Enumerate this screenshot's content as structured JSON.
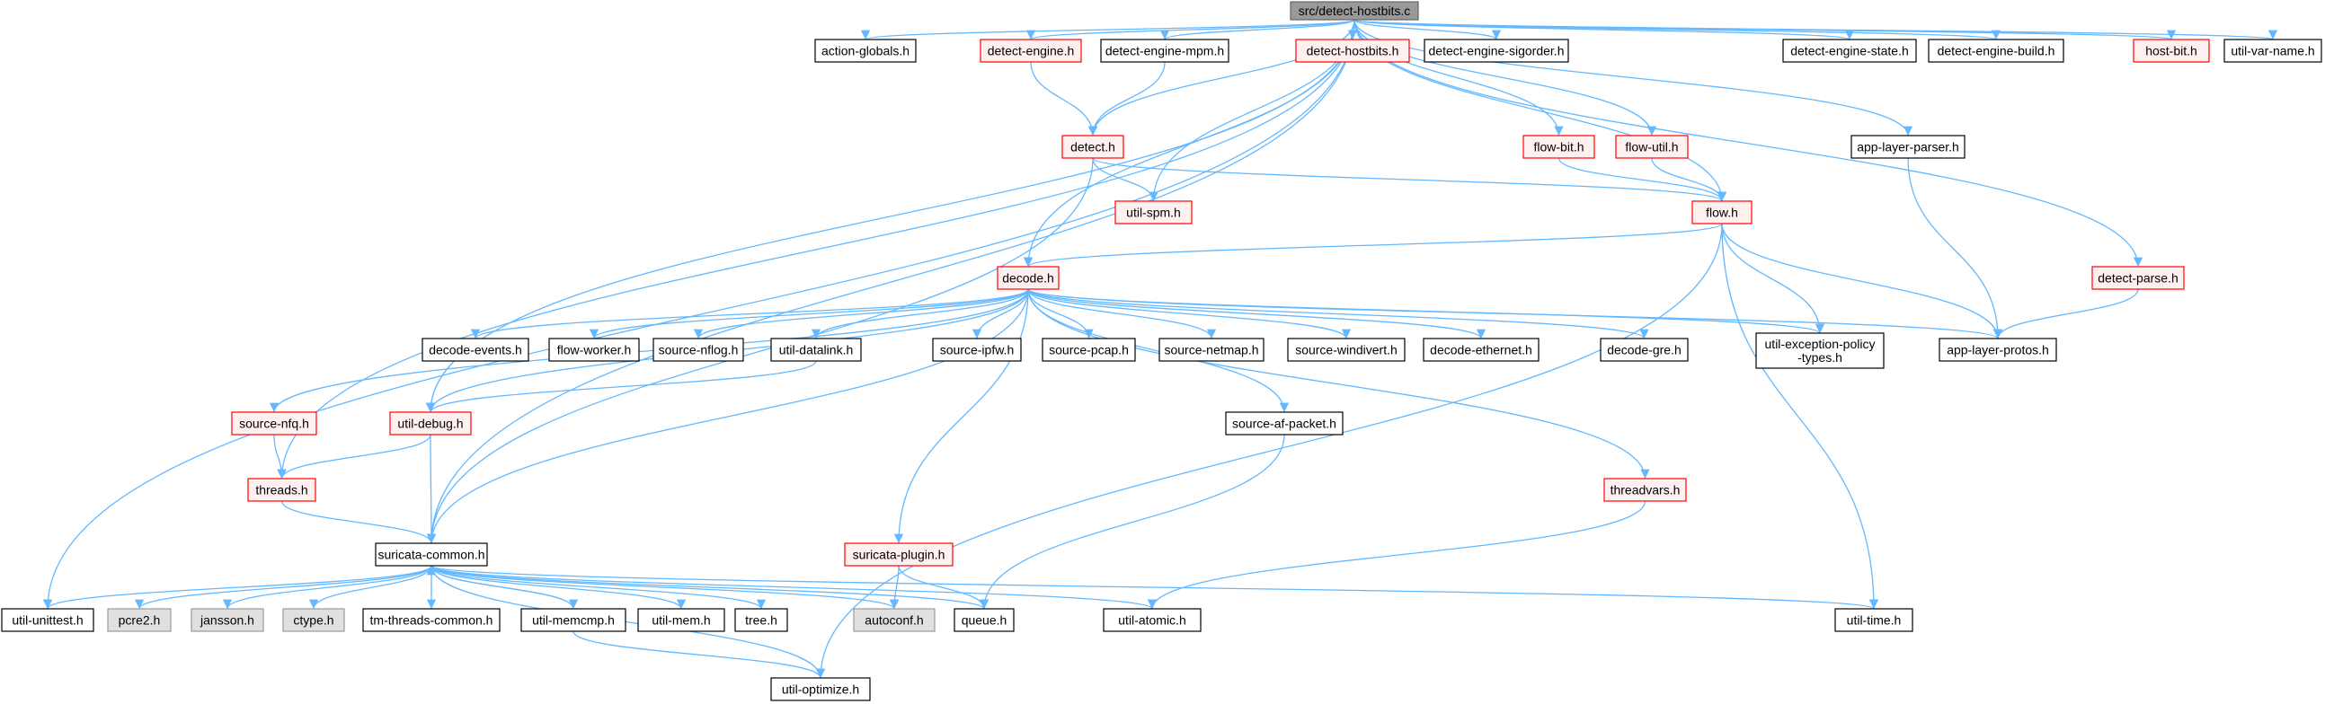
{
  "colors": {
    "edge": "#63b8ff",
    "root_fill": "#999999",
    "root_border": "#666666",
    "normal_fill": "#ffffff",
    "normal_border": "#000000",
    "red_fill": "#fff0f0",
    "red_border": "#ff0000",
    "system_fill": "#e0e0e0",
    "system_border": "#999999"
  },
  "nodes": [
    {
      "id": "root",
      "label": "src/detect-hostbits.c",
      "style": "root"
    },
    {
      "id": "action-globals",
      "label": "action-globals.h",
      "style": "normal"
    },
    {
      "id": "detect-engine",
      "label": "detect-engine.h",
      "style": "red"
    },
    {
      "id": "detect-engine-mpm",
      "label": "detect-engine-mpm.h",
      "style": "normal"
    },
    {
      "id": "detect-hostbits",
      "label": "detect-hostbits.h",
      "style": "red"
    },
    {
      "id": "detect-engine-sigorder",
      "label": "detect-engine-sigorder.h",
      "style": "normal"
    },
    {
      "id": "detect-engine-state",
      "label": "detect-engine-state.h",
      "style": "normal"
    },
    {
      "id": "detect-engine-build",
      "label": "detect-engine-build.h",
      "style": "normal"
    },
    {
      "id": "host-bit",
      "label": "host-bit.h",
      "style": "red"
    },
    {
      "id": "util-var-name",
      "label": "util-var-name.h",
      "style": "normal"
    },
    {
      "id": "detect",
      "label": "detect.h",
      "style": "red"
    },
    {
      "id": "flow-bit",
      "label": "flow-bit.h",
      "style": "red"
    },
    {
      "id": "flow-util",
      "label": "flow-util.h",
      "style": "red"
    },
    {
      "id": "app-layer-parser",
      "label": "app-layer-parser.h",
      "style": "normal"
    },
    {
      "id": "util-spm",
      "label": "util-spm.h",
      "style": "red"
    },
    {
      "id": "flow",
      "label": "flow.h",
      "style": "red"
    },
    {
      "id": "detect-parse",
      "label": "detect-parse.h",
      "style": "red"
    },
    {
      "id": "decode",
      "label": "decode.h",
      "style": "red"
    },
    {
      "id": "decode-events",
      "label": "decode-events.h",
      "style": "normal"
    },
    {
      "id": "flow-worker",
      "label": "flow-worker.h",
      "style": "normal"
    },
    {
      "id": "source-nflog",
      "label": "source-nflog.h",
      "style": "normal"
    },
    {
      "id": "util-datalink",
      "label": "util-datalink.h",
      "style": "normal"
    },
    {
      "id": "source-ipfw",
      "label": "source-ipfw.h",
      "style": "normal"
    },
    {
      "id": "source-pcap",
      "label": "source-pcap.h",
      "style": "normal"
    },
    {
      "id": "source-netmap",
      "label": "source-netmap.h",
      "style": "normal"
    },
    {
      "id": "source-windivert",
      "label": "source-windivert.h",
      "style": "normal"
    },
    {
      "id": "decode-ethernet",
      "label": "decode-ethernet.h",
      "style": "normal"
    },
    {
      "id": "decode-gre",
      "label": "decode-gre.h",
      "style": "normal"
    },
    {
      "id": "util-exception-policy-types",
      "label": "util-exception-policy\n-types.h",
      "style": "normal"
    },
    {
      "id": "app-layer-protos",
      "label": "app-layer-protos.h",
      "style": "normal"
    },
    {
      "id": "source-nfq",
      "label": "source-nfq.h",
      "style": "red"
    },
    {
      "id": "util-debug",
      "label": "util-debug.h",
      "style": "red"
    },
    {
      "id": "source-af-packet",
      "label": "source-af-packet.h",
      "style": "normal"
    },
    {
      "id": "threads",
      "label": "threads.h",
      "style": "red"
    },
    {
      "id": "threadvars",
      "label": "threadvars.h",
      "style": "red"
    },
    {
      "id": "suricata-common",
      "label": "suricata-common.h",
      "style": "normal"
    },
    {
      "id": "suricata-plugin",
      "label": "suricata-plugin.h",
      "style": "red"
    },
    {
      "id": "util-unittest",
      "label": "util-unittest.h",
      "style": "normal"
    },
    {
      "id": "pcre2",
      "label": "pcre2.h",
      "style": "system"
    },
    {
      "id": "jansson",
      "label": "jansson.h",
      "style": "system"
    },
    {
      "id": "ctype",
      "label": "ctype.h",
      "style": "system"
    },
    {
      "id": "tm-threads-common",
      "label": "tm-threads-common.h",
      "style": "normal"
    },
    {
      "id": "util-memcmp",
      "label": "util-memcmp.h",
      "style": "normal"
    },
    {
      "id": "util-mem",
      "label": "util-mem.h",
      "style": "normal"
    },
    {
      "id": "tree",
      "label": "tree.h",
      "style": "normal"
    },
    {
      "id": "autoconf",
      "label": "autoconf.h",
      "style": "system"
    },
    {
      "id": "queue",
      "label": "queue.h",
      "style": "normal"
    },
    {
      "id": "util-atomic",
      "label": "util-atomic.h",
      "style": "normal"
    },
    {
      "id": "util-time",
      "label": "util-time.h",
      "style": "normal"
    },
    {
      "id": "util-optimize",
      "label": "util-optimize.h",
      "style": "normal"
    }
  ],
  "edges": [
    [
      "root",
      "action-globals"
    ],
    [
      "root",
      "detect-engine"
    ],
    [
      "root",
      "detect-engine-mpm"
    ],
    [
      "root",
      "detect-hostbits"
    ],
    [
      "root",
      "detect-engine-sigorder"
    ],
    [
      "root",
      "detect-engine-state"
    ],
    [
      "root",
      "detect-engine-build"
    ],
    [
      "root",
      "host-bit"
    ],
    [
      "root",
      "util-var-name"
    ],
    [
      "root",
      "detect"
    ],
    [
      "root",
      "flow-bit"
    ],
    [
      "root",
      "flow-util"
    ],
    [
      "root",
      "app-layer-parser"
    ],
    [
      "root",
      "util-spm"
    ],
    [
      "root",
      "flow"
    ],
    [
      "root",
      "detect-parse"
    ],
    [
      "root",
      "decode"
    ],
    [
      "root",
      "util-debug"
    ],
    [
      "root",
      "threads"
    ],
    [
      "root",
      "suricata-common"
    ],
    [
      "root",
      "util-unittest"
    ],
    [
      "detect-engine",
      "detect"
    ],
    [
      "detect-engine-mpm",
      "detect"
    ],
    [
      "detect",
      "util-spm"
    ],
    [
      "detect",
      "flow"
    ],
    [
      "detect",
      "suricata-common"
    ],
    [
      "flow-bit",
      "flow"
    ],
    [
      "flow-util",
      "flow"
    ],
    [
      "app-layer-parser",
      "app-layer-protos"
    ],
    [
      "detect-parse",
      "app-layer-protos"
    ],
    [
      "flow",
      "decode"
    ],
    [
      "flow",
      "util-exception-policy-types"
    ],
    [
      "flow",
      "app-layer-protos"
    ],
    [
      "flow",
      "util-time"
    ],
    [
      "flow",
      "util-optimize"
    ],
    [
      "decode",
      "decode-events"
    ],
    [
      "decode",
      "flow-worker"
    ],
    [
      "decode",
      "source-nflog"
    ],
    [
      "decode",
      "util-datalink"
    ],
    [
      "decode",
      "source-ipfw"
    ],
    [
      "decode",
      "source-pcap"
    ],
    [
      "decode",
      "source-netmap"
    ],
    [
      "decode",
      "source-windivert"
    ],
    [
      "decode",
      "decode-ethernet"
    ],
    [
      "decode",
      "decode-gre"
    ],
    [
      "decode",
      "util-exception-policy-types"
    ],
    [
      "decode",
      "app-layer-protos"
    ],
    [
      "decode",
      "source-nfq"
    ],
    [
      "decode",
      "util-debug"
    ],
    [
      "decode",
      "source-af-packet"
    ],
    [
      "decode",
      "threadvars"
    ],
    [
      "decode",
      "suricata-common"
    ],
    [
      "decode",
      "suricata-plugin"
    ],
    [
      "util-datalink",
      "util-debug"
    ],
    [
      "source-nfq",
      "threads"
    ],
    [
      "util-debug",
      "threads"
    ],
    [
      "util-debug",
      "suricata-common"
    ],
    [
      "threads",
      "suricata-common"
    ],
    [
      "source-af-packet",
      "queue"
    ],
    [
      "threadvars",
      "util-atomic"
    ],
    [
      "suricata-plugin",
      "autoconf"
    ],
    [
      "suricata-plugin",
      "queue"
    ],
    [
      "suricata-common",
      "util-unittest"
    ],
    [
      "suricata-common",
      "pcre2"
    ],
    [
      "suricata-common",
      "jansson"
    ],
    [
      "suricata-common",
      "ctype"
    ],
    [
      "suricata-common",
      "tm-threads-common"
    ],
    [
      "suricata-common",
      "util-memcmp"
    ],
    [
      "suricata-common",
      "util-mem"
    ],
    [
      "suricata-common",
      "tree"
    ],
    [
      "suricata-common",
      "autoconf"
    ],
    [
      "suricata-common",
      "queue"
    ],
    [
      "suricata-common",
      "util-atomic"
    ],
    [
      "suricata-common",
      "util-time"
    ],
    [
      "suricata-common",
      "util-optimize"
    ],
    [
      "util-memcmp",
      "suricata-common"
    ],
    [
      "util-memcmp",
      "util-optimize"
    ]
  ]
}
